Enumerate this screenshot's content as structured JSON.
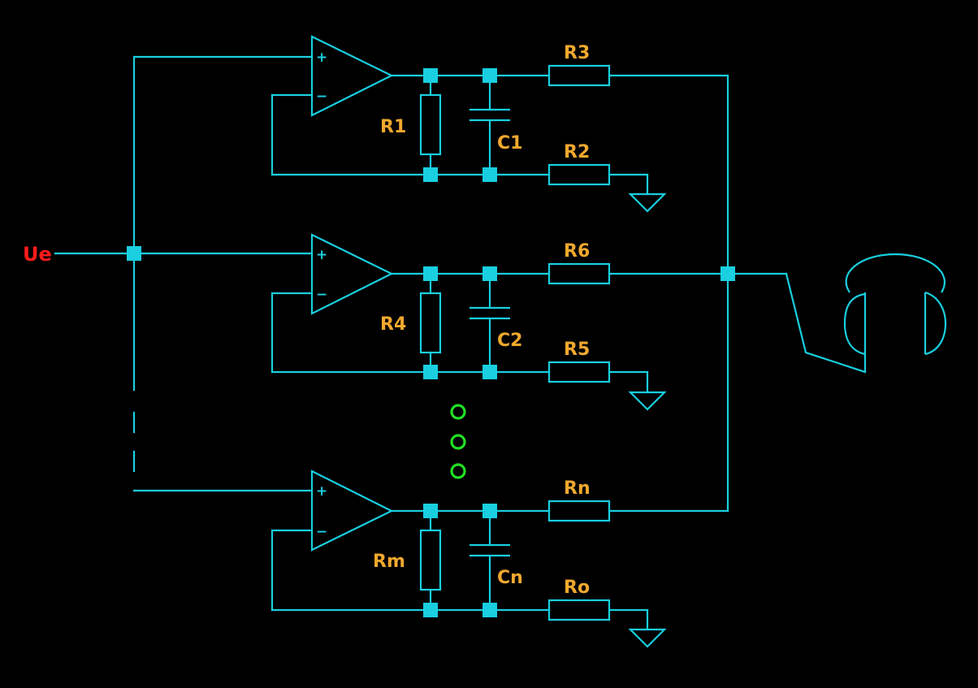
{
  "input_label": "Ue",
  "colors": {
    "wire": "#19cfe0",
    "component_label": "#f0a82e",
    "input_label": "#ff1b1b",
    "continuation_dots": "#22e022",
    "background": "#000000"
  },
  "stages": [
    {
      "opamp_plus": "+",
      "opamp_minus": "−",
      "feedback_resistor": "R1",
      "capacitor": "C1",
      "output_resistor": "R3",
      "ground_resistor": "R2"
    },
    {
      "opamp_plus": "+",
      "opamp_minus": "−",
      "feedback_resistor": "R4",
      "capacitor": "C2",
      "output_resistor": "R6",
      "ground_resistor": "R5"
    },
    {
      "opamp_plus": "+",
      "opamp_minus": "−",
      "feedback_resistor": "Rm",
      "capacitor": "Cn",
      "output_resistor": "Rn",
      "ground_resistor": "Ro"
    }
  ],
  "continuation_marker": "ooo",
  "output_device_icon": "headphones-icon"
}
